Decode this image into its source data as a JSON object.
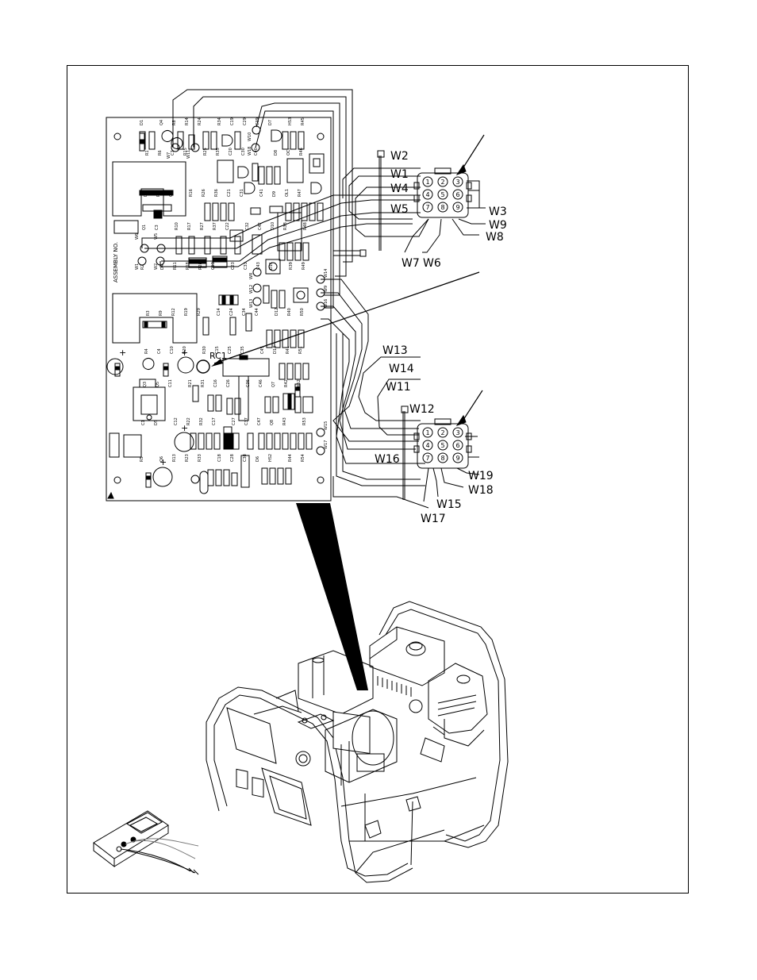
{
  "board": {
    "assembly_text": "ASSEMBLY NO.",
    "rc1_label": "RC1",
    "test_points": [
      {
        "id": "w7",
        "label": "W7"
      },
      {
        "id": "w11",
        "label": "W11"
      },
      {
        "id": "w10",
        "label": "W10"
      },
      {
        "id": "w18",
        "label": "W18"
      },
      {
        "id": "w6",
        "label": "W6"
      },
      {
        "id": "w5",
        "label": "W5"
      },
      {
        "id": "w1",
        "label": "W1"
      },
      {
        "id": "w2",
        "label": "W2"
      },
      {
        "id": "w8",
        "label": "W8"
      },
      {
        "id": "w12",
        "label": "W12"
      },
      {
        "id": "w13",
        "label": "W13"
      },
      {
        "id": "w14",
        "label": "W14"
      },
      {
        "id": "w9",
        "label": "W9"
      },
      {
        "id": "w16",
        "label": "W16"
      },
      {
        "id": "w15",
        "label": "W15"
      },
      {
        "id": "w17",
        "label": "W17"
      }
    ],
    "component_labels": [
      "D1",
      "R1",
      "D2",
      "Q1",
      "R2",
      "R3",
      "R4",
      "Q3",
      "C1",
      "R5",
      "Q4",
      "R6",
      "R7",
      "C3",
      "D4",
      "R9",
      "C4",
      "Q5",
      "D5",
      "Q6",
      "R8",
      "C7",
      "C8",
      "R10",
      "R11",
      "R12",
      "C10",
      "C11",
      "C12",
      "R13",
      "R14",
      "R15",
      "R16",
      "R17",
      "R18",
      "R19",
      "R20",
      "R21",
      "R22",
      "R23",
      "R24",
      "R25",
      "R26",
      "R27",
      "R28",
      "R29",
      "R30",
      "R31",
      "R32",
      "R33",
      "R34",
      "R35",
      "R36",
      "R37",
      "C13",
      "C14",
      "C15",
      "C16",
      "C17",
      "C18",
      "C19",
      "C20",
      "C21",
      "C22",
      "C23",
      "C24",
      "C25",
      "C26",
      "C27",
      "C28",
      "C29",
      "C30",
      "C31",
      "C32",
      "C33",
      "C34",
      "C35",
      "C36",
      "C37",
      "C38",
      "C39",
      "C40",
      "C41",
      "C42",
      "C43",
      "C44",
      "C45",
      "C46",
      "C47",
      "D6",
      "D7",
      "D8",
      "D9",
      "D10",
      "D11",
      "D12",
      "D13",
      "Q7",
      "Q8",
      "HS2",
      "HS3",
      "OCI",
      "OL1",
      "R38",
      "R39",
      "R40",
      "R41",
      "R42",
      "R43",
      "R44",
      "R45",
      "R46",
      "R47",
      "R48",
      "R49",
      "R50",
      "R51",
      "R52",
      "R53",
      "R54"
    ]
  },
  "plug_top": {
    "pins": [
      "1",
      "2",
      "3",
      "4",
      "5",
      "6",
      "7",
      "8",
      "9"
    ],
    "labels": {
      "w2": "W2",
      "w1": "W1",
      "w4": "W4",
      "w5": "W5",
      "w3": "W3",
      "w9": "W9",
      "w8": "W8",
      "w7": "W7",
      "w6": "W6"
    }
  },
  "plug_bottom": {
    "pins": [
      "1",
      "2",
      "3",
      "4",
      "5",
      "6",
      "7",
      "8",
      "9"
    ],
    "labels": {
      "w13": "W13",
      "w14": "W14",
      "w11": "W11",
      "w12": "W12",
      "w16": "W16",
      "w19": "W19",
      "w18": "W18",
      "w15": "W15",
      "w17": "W17"
    }
  },
  "meter": {
    "name": "multimeter-icon"
  },
  "machine": {
    "name": "generator-welder-icon"
  }
}
